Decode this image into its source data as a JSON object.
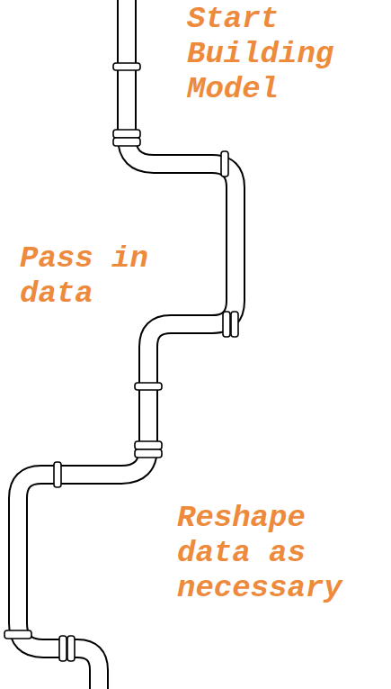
{
  "diagram": {
    "labels": [
      "Start Building Model",
      "Pass in data",
      "Reshape data as necessary"
    ]
  }
}
